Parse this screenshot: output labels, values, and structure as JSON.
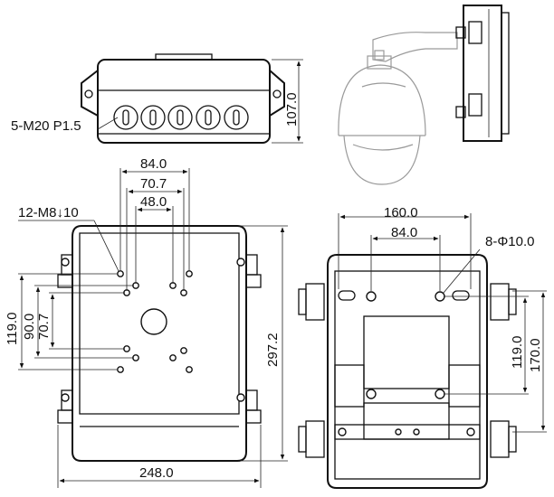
{
  "labels": {
    "cable_glands": "5-M20 P1.5",
    "box_height": "107.0",
    "top_dim_1": "84.0",
    "top_dim_2": "70.7",
    "top_dim_3": "48.0",
    "screw_spec": "12-M8↓10",
    "left_dim_1": "119.0",
    "left_dim_2": "90.0",
    "left_dim_3": "70.7",
    "overall_height": "297.2",
    "overall_width": "248.0",
    "back_dim_1": "160.0",
    "back_dim_2": "84.0",
    "hole_spec": "8-Φ10.0",
    "right_dim_1": "119.0",
    "right_dim_2": "170.0"
  },
  "icons": {
    "cable_gland": "cable-gland-icon",
    "camera": "dome-camera-icon"
  }
}
